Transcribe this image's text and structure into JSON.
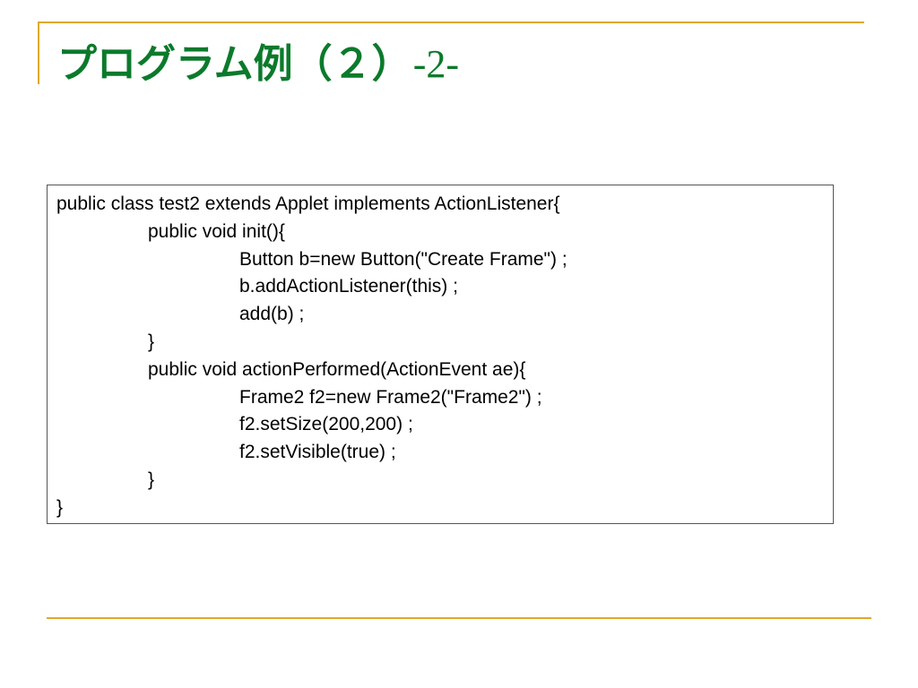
{
  "slide": {
    "title_main": "プログラム例（２）",
    "title_suffix": "-2-",
    "colors": {
      "title": "#0b7a2b",
      "rule": "#e0a82e",
      "code_border": "#555555"
    }
  },
  "code": {
    "lines": [
      {
        "indent": 0,
        "text": "public class test2 extends Applet implements ActionListener{"
      },
      {
        "indent": 1,
        "text": "public void init(){"
      },
      {
        "indent": 2,
        "text": "Button b=new Button(\"Create Frame\") ;"
      },
      {
        "indent": 2,
        "text": "b.addActionListener(this) ;"
      },
      {
        "indent": 2,
        "text": "add(b) ;"
      },
      {
        "indent": 1,
        "text": "}"
      },
      {
        "indent": 1,
        "text": "public void actionPerformed(ActionEvent ae){"
      },
      {
        "indent": 2,
        "text": "Frame2 f2=new Frame2(\"Frame2\") ;"
      },
      {
        "indent": 2,
        "text": "f2.setSize(200,200) ;"
      },
      {
        "indent": 2,
        "text": "f2.setVisible(true) ;"
      },
      {
        "indent": 1,
        "text": "}"
      },
      {
        "indent": 0,
        "text": "}"
      }
    ]
  }
}
